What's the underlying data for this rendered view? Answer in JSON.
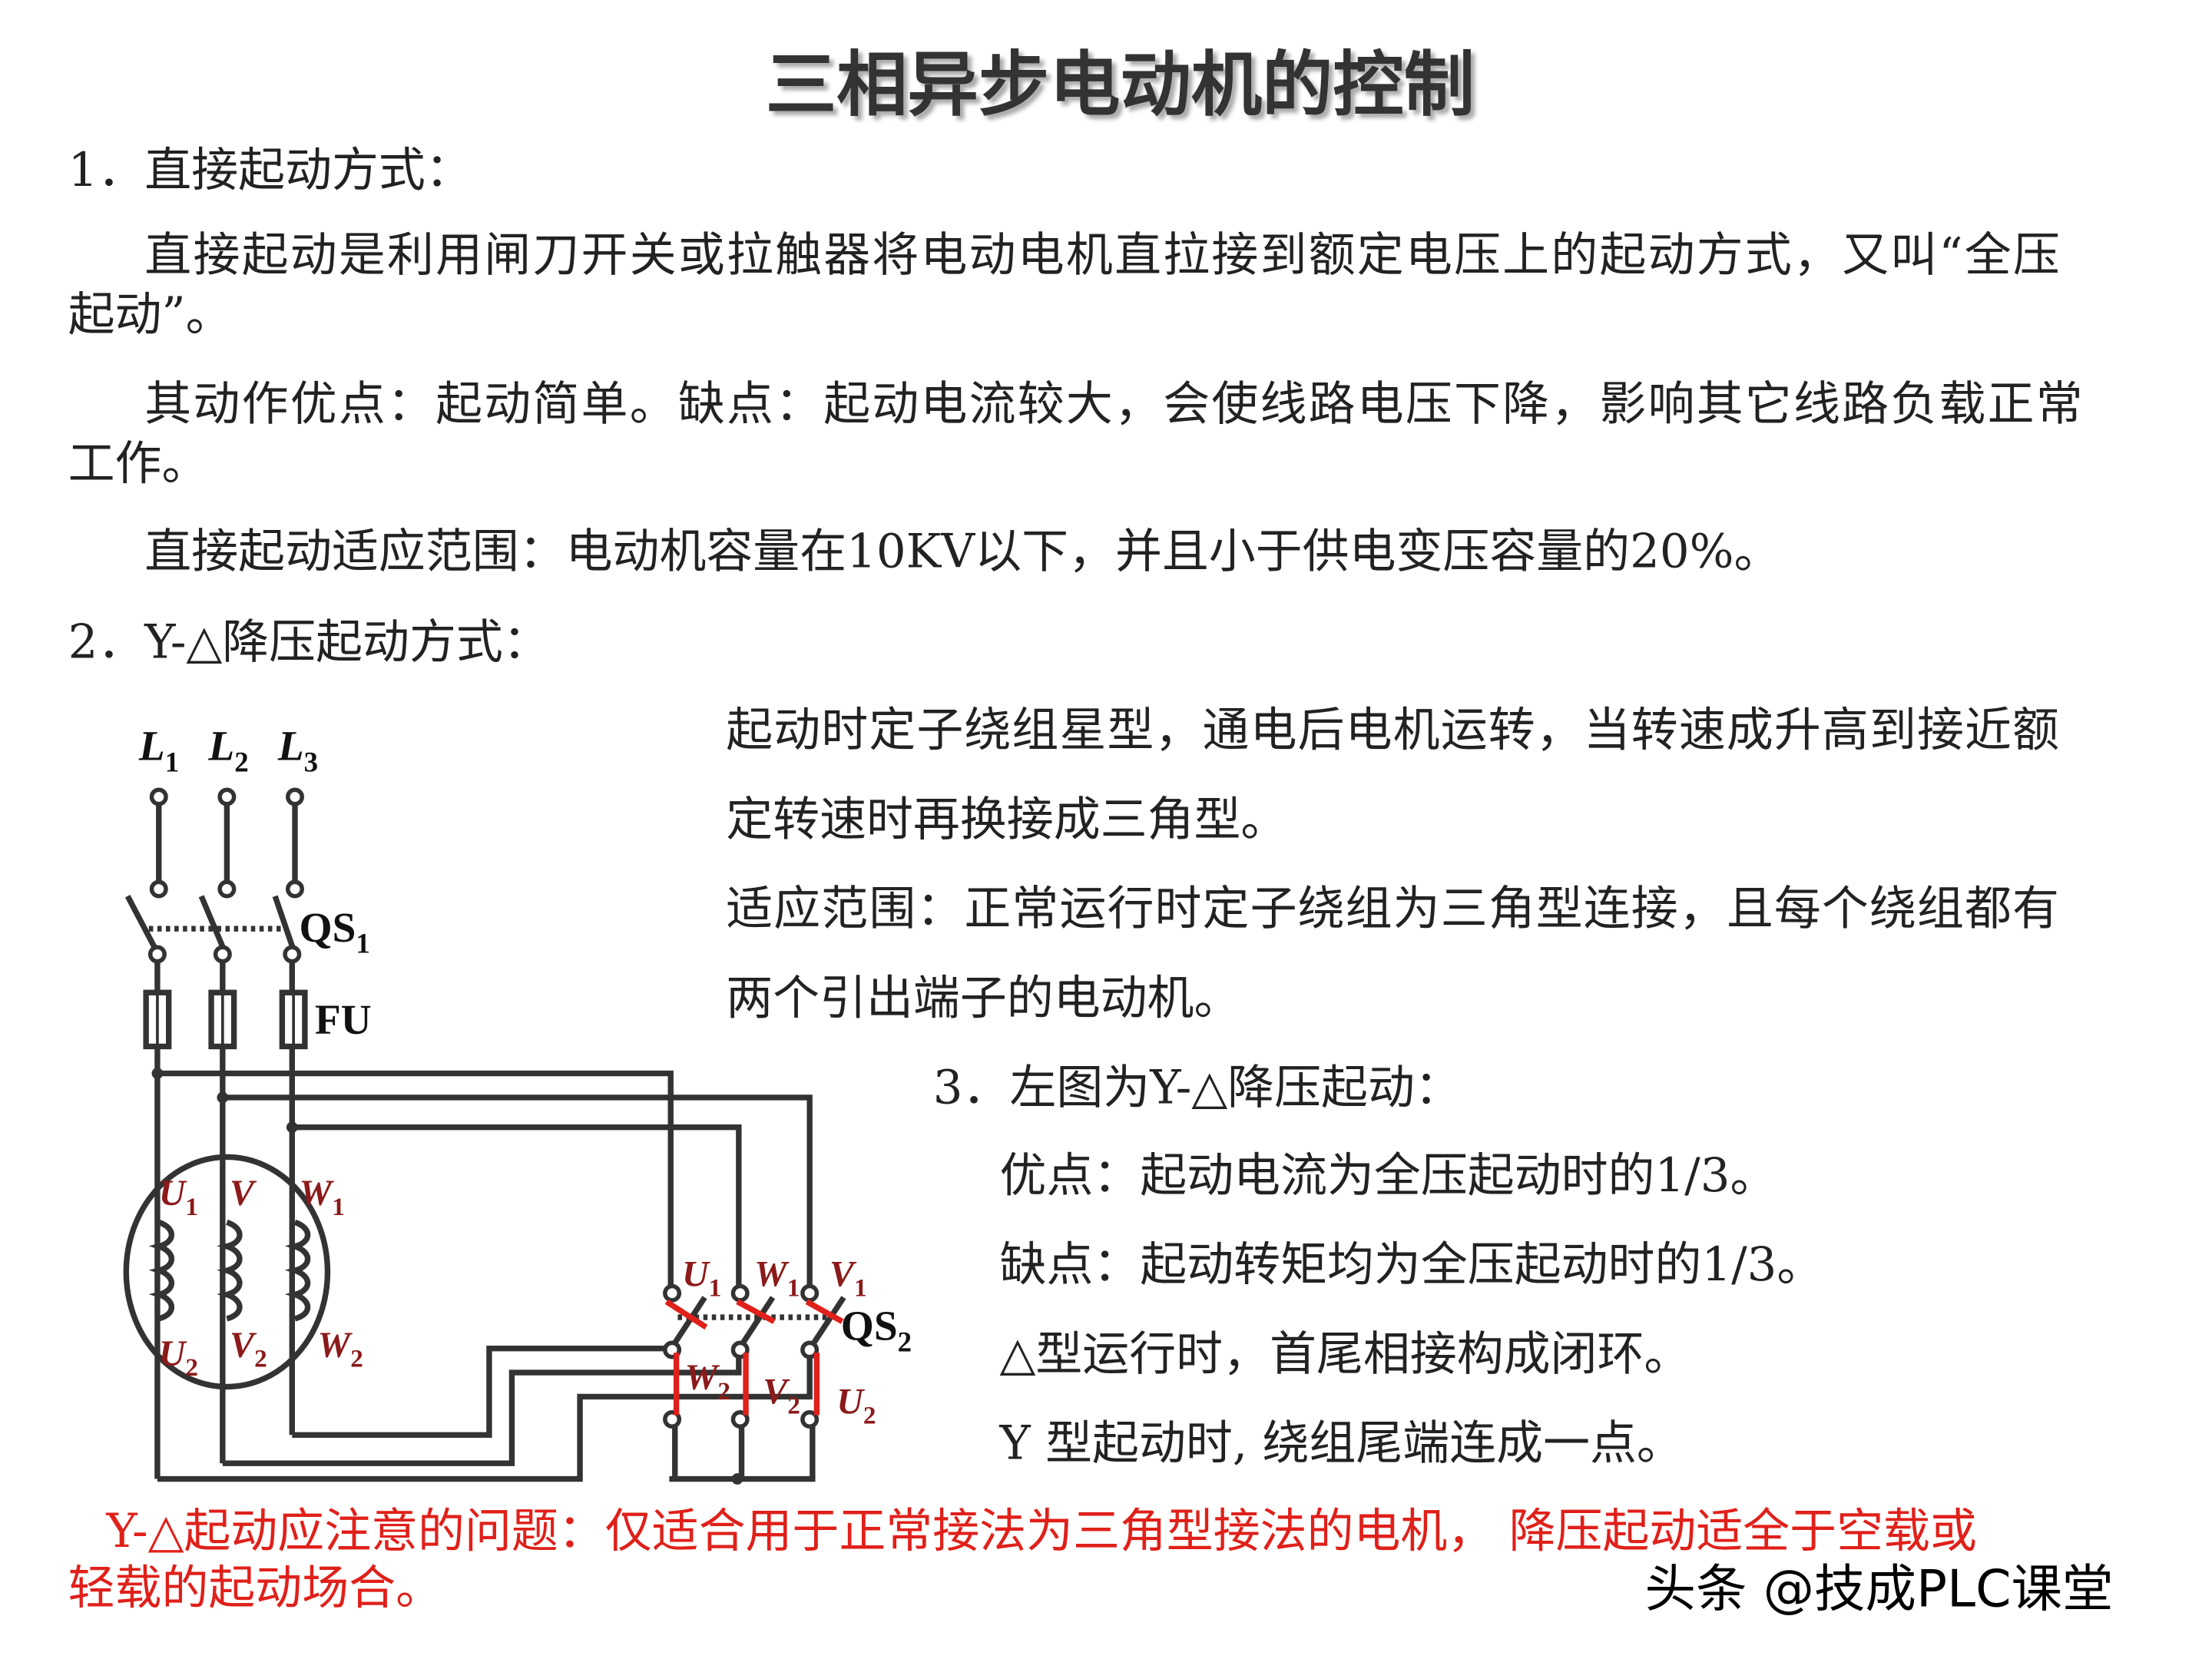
{
  "title": "三相异步电动机的控制",
  "section1": {
    "heading": "1．直接起动方式：",
    "para1_line1": "直接起动是利用闸刀开关或拉触器将电动电机直拉接到额定电压上的起动方式，又叫“全压",
    "para1_line2": "起动”。",
    "para2_line1": "其动作优点：起动简单。缺点：起动电流较大，会使线路电压下降，影响其它线路负载正常",
    "para2_line2": "工作。",
    "para3": "直接起动适应范围：电动机容量在10KV以下，并且小于供电变压容量的20%。"
  },
  "section2": {
    "heading": "2．Y-△降压起动方式：",
    "right_lines": [
      "起动时定子绕组星型，通电后电机运转，当转速成升高到接近额",
      "定转速时再换接成三角型。",
      "适应范围：正常运行时定子绕组为三角型连接，且每个绕组都有",
      "两个引出端子的电动机。"
    ]
  },
  "section3": {
    "heading": "3．左图为Y-△降压起动：",
    "items": [
      "优点：起动电流为全压起动时的1/3。",
      "缺点：起动转矩均为全压起动时的1/3。",
      "△型运行时，首尾相接构成闭环。",
      "Y 型起动时, 绕组尾端连成一点。"
    ]
  },
  "warning": {
    "line1": "Y-△起动应注意的问题：仅适合用于正常接法为三角型接法的电机， 降压起动适全于空载或",
    "line2": "轻载的起动场合。"
  },
  "watermark": "头条 @技成PLC课堂",
  "diagram": {
    "lines": {
      "L1": "L",
      "L1_sub": "1",
      "L2": "L",
      "L2_sub": "2",
      "L3": "L",
      "L3_sub": "3"
    },
    "qs1": "QS",
    "qs1_sub": "1",
    "fu": "FU",
    "qs2": "QS",
    "qs2_sub": "2",
    "motor_labels": {
      "U1": "U",
      "U1s": "1",
      "V": "V",
      "W1": "W",
      "W1s": "1",
      "U2": "U",
      "U2s": "2",
      "V2": "V",
      "V2s": "2",
      "W2": "W",
      "W2s": "2"
    },
    "switch_labels": {
      "U1": "U",
      "U1s": "1",
      "W1": "W",
      "W1s": "1",
      "V1": "V",
      "V1s": "1",
      "W2": "W",
      "W2s": "2",
      "V2": "V",
      "V2s": "2",
      "U2": "U",
      "U2s": "2"
    },
    "colors": {
      "wire": "#333333",
      "label": "#8b1a1a",
      "contact": "#e0201a",
      "warning": "#e0201a"
    }
  }
}
